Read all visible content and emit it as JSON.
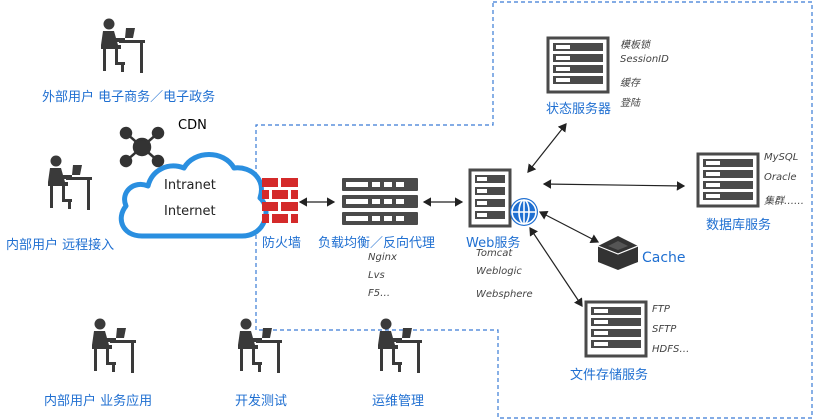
{
  "users": {
    "external": "外部用户 电子商务／电子政务",
    "remote": "内部用户 远程接入",
    "business": "内部用户 业务应用",
    "devtest": "开发测试",
    "ops": "运维管理"
  },
  "cdn": {
    "label": "CDN",
    "intranet": "Intranet",
    "internet": "Internet"
  },
  "firewall": {
    "label": "防火墙"
  },
  "loadbalancer": {
    "label": "负载均衡／反向代理",
    "items": [
      "Nginx",
      "Lvs",
      "F5…"
    ]
  },
  "web": {
    "label": "Web服务",
    "items": [
      "Tomcat",
      "Weblogic",
      "Websphere"
    ]
  },
  "state": {
    "label": "状态服务器",
    "items": [
      "模板锁",
      "SessionID",
      "缓存",
      "登陆"
    ]
  },
  "database": {
    "label": "数据库服务",
    "items": [
      "MySQL",
      "Oracle",
      "集群……"
    ]
  },
  "cache": {
    "label": "Cache"
  },
  "file": {
    "label": "文件存储服务",
    "items": [
      "FTP",
      "SFTP",
      "HDFS…"
    ]
  },
  "colors": {
    "accent": "#1f6fd1",
    "server": "#4a4a4a",
    "firewall": "#d42a2a"
  }
}
